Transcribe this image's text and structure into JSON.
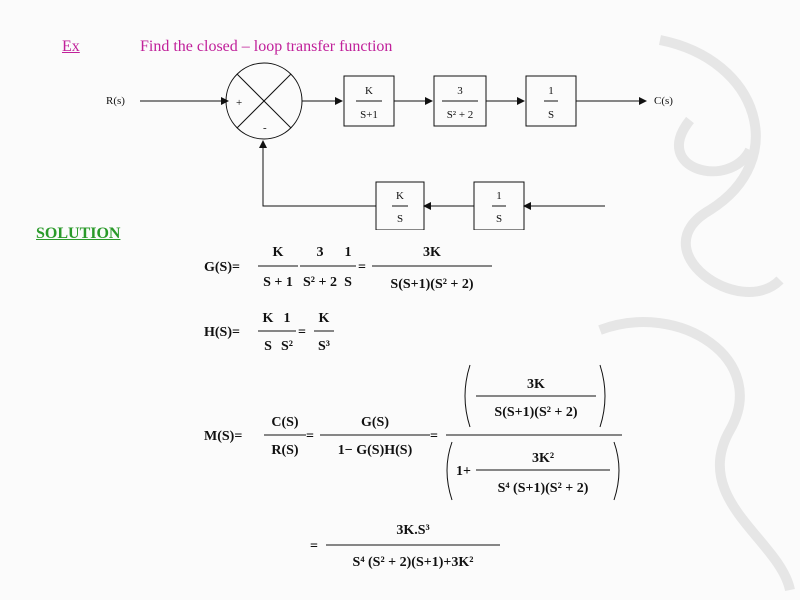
{
  "header": {
    "ex_label": "Ex",
    "problem": "Find the closed – loop transfer function"
  },
  "solution_label": "SOLUTION",
  "diagram": {
    "input": "R(s)",
    "output": "C(s)",
    "sum_plus": "+",
    "sum_minus": "-",
    "blocks": [
      {
        "num": "K",
        "den": "S+1"
      },
      {
        "num": "3",
        "den": "S² + 2"
      },
      {
        "num": "1",
        "den": "S"
      }
    ],
    "feedback_blocks": [
      {
        "num": "K",
        "den": "S"
      },
      {
        "num": "1",
        "den": "S"
      }
    ]
  },
  "equations": {
    "G_lhs": "G(S)=",
    "G_f1_num": "K",
    "G_f1_den": "S + 1",
    "G_f2_num": "3",
    "G_f2_den": "S² + 2",
    "G_f3_num": "1",
    "G_f3_den": "S",
    "G_eq": "=",
    "G_res_num": "3K",
    "G_res_den": "S(S+1)(S² + 2)",
    "H_lhs": "H(S)=",
    "H_f1_num": "K",
    "H_f1_den": "S",
    "H_f2_num": "1",
    "H_f2_den": "S²",
    "H_eq": "=",
    "H_res_num": "K",
    "H_res_den": "S³",
    "M_lhs": "M(S)=",
    "M_f1_num": "C(S)",
    "M_f1_den": "R(S)",
    "M_eq1": "=",
    "M_f2_num": "G(S)",
    "M_f2_den": "1− G(S)H(S)",
    "M_eq2": "=",
    "M_big_num": "3K",
    "M_big_num_den": "S(S+1)(S² + 2)",
    "M_one_plus": "1+",
    "M_big_den_num": "3K²",
    "M_big_den_den": "S⁴ (S+1)(S² + 2)",
    "final_eq": "=",
    "final_num": "3K.S³",
    "final_den": "S⁴ (S² + 2)(S+1)+3K²"
  }
}
